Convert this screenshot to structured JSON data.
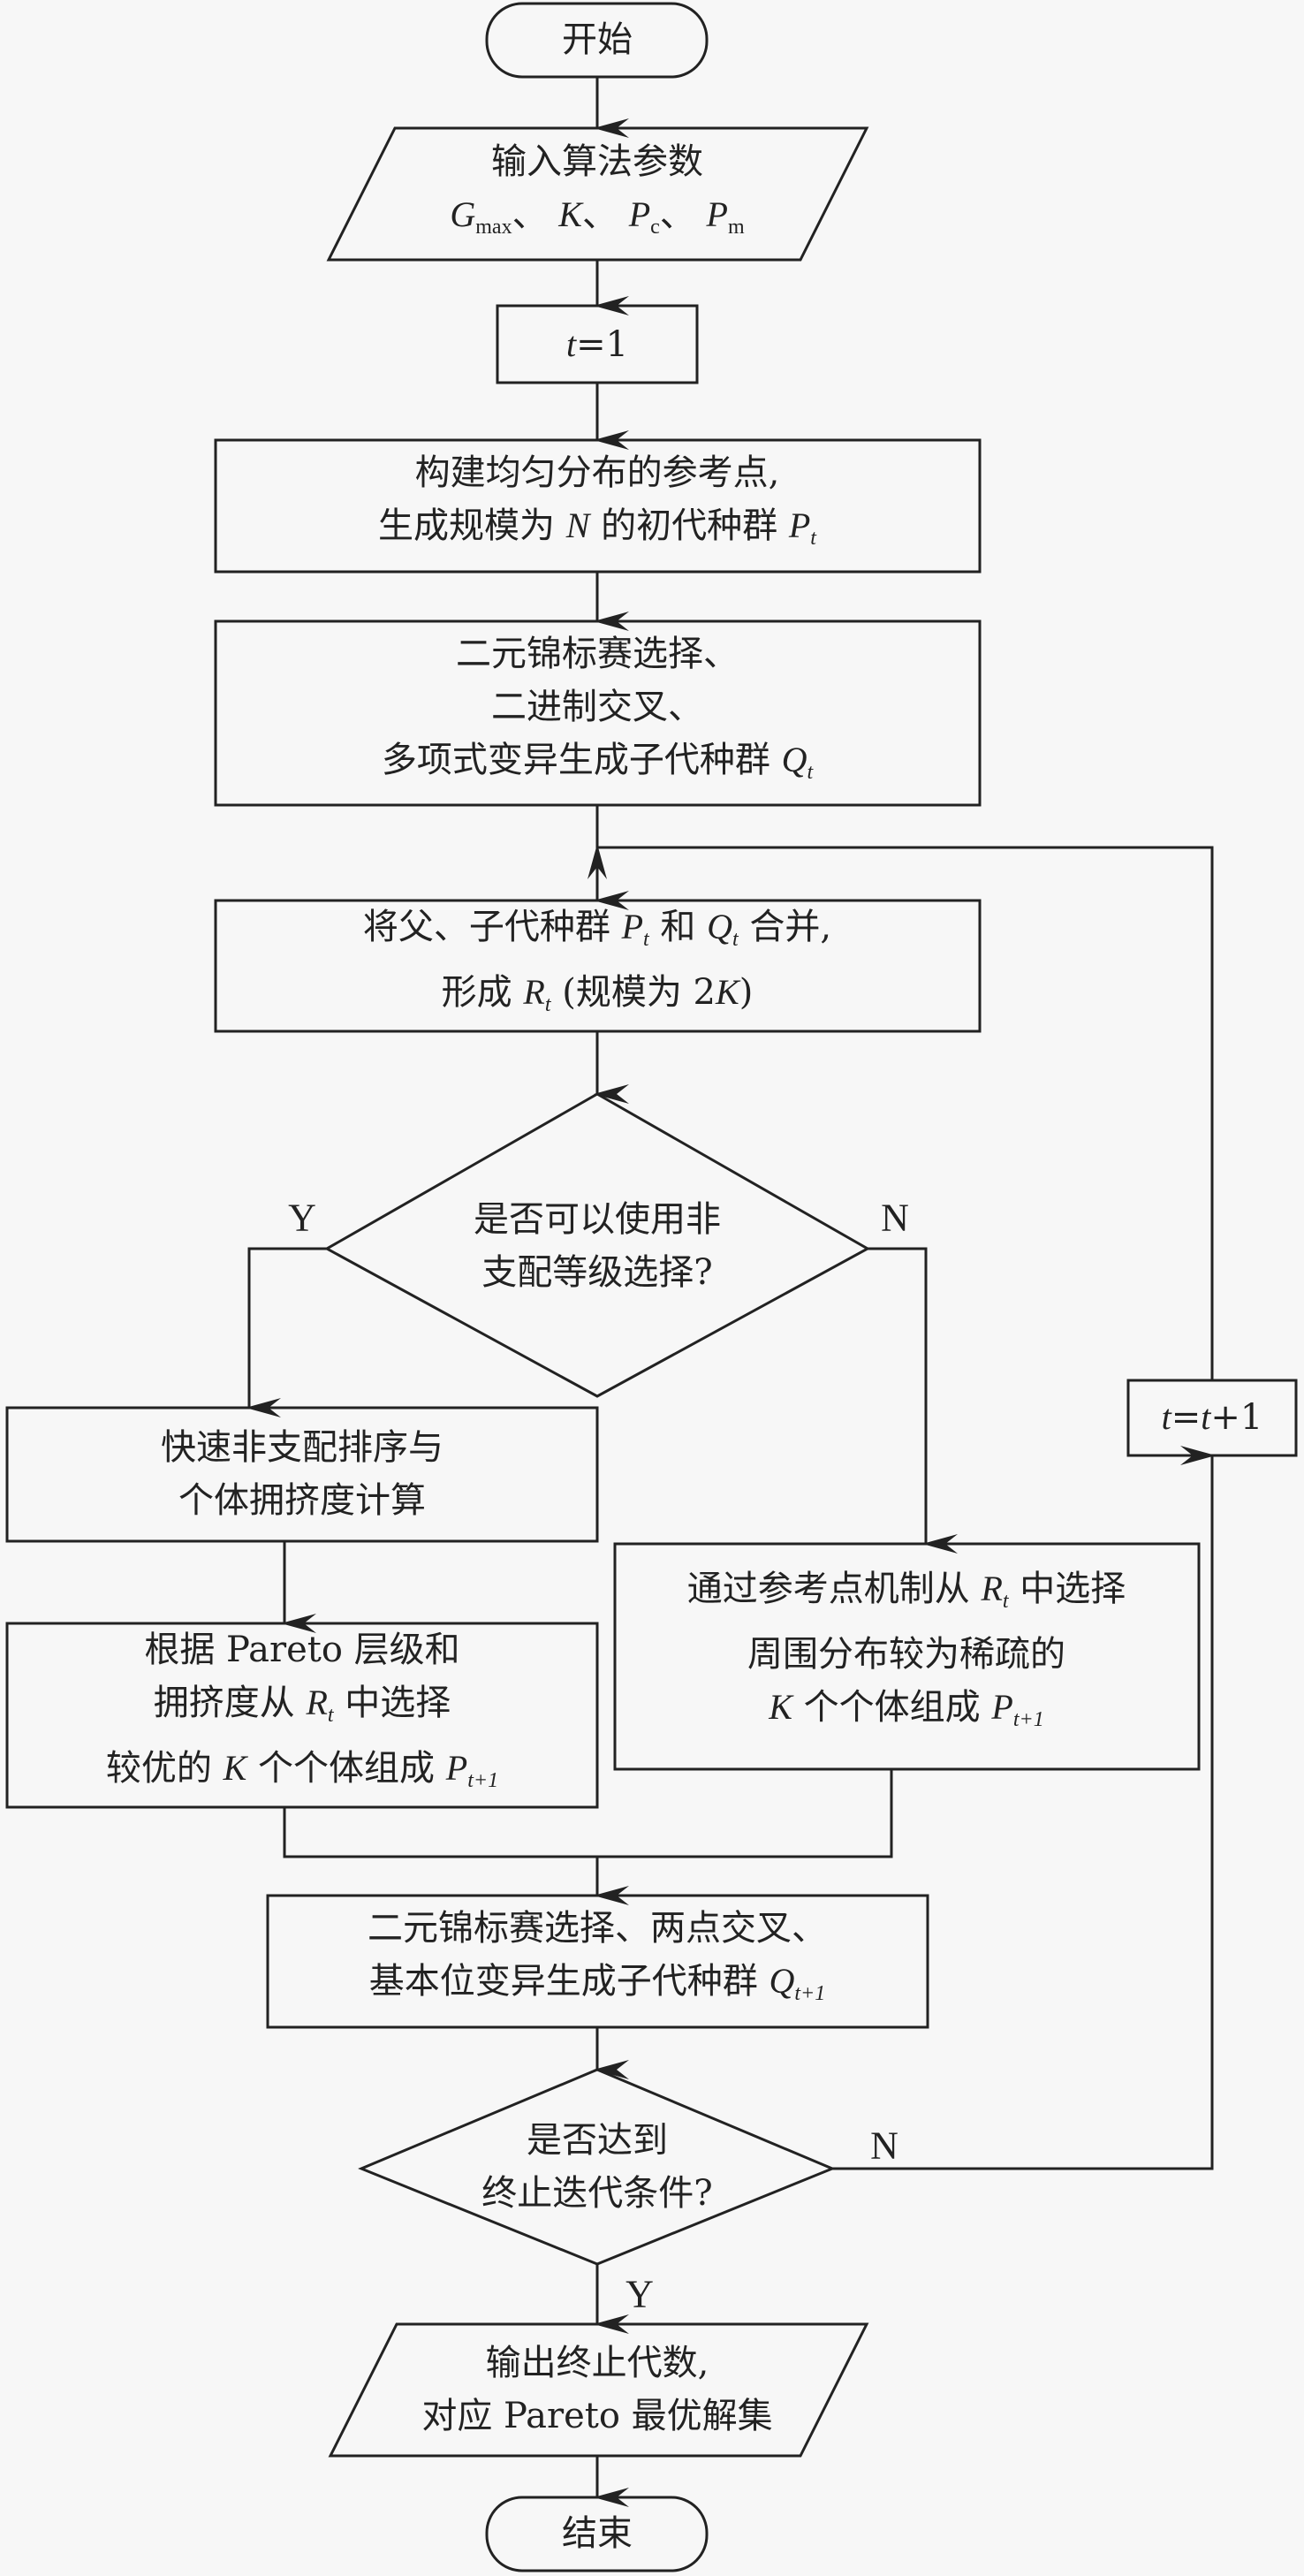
{
  "diagram": {
    "type": "flowchart",
    "nodes": {
      "start": {
        "kind": "terminal",
        "text": "开始"
      },
      "input": {
        "kind": "io",
        "line1": "输入算法参数",
        "params": [
          {
            "sym": "G",
            "sub": "max"
          },
          {
            "sym": "K",
            "sub": ""
          },
          {
            "sym": "P",
            "sub": "c"
          },
          {
            "sym": "P",
            "sub": "m"
          }
        ],
        "sep": "、"
      },
      "init_t": {
        "kind": "process",
        "var": "t",
        "op": "=1"
      },
      "build_ref": {
        "kind": "process",
        "line1": "构建均匀分布的参考点,",
        "line2_pre": "生成规模为",
        "line2_N": "N",
        "line2_mid": "的初代种群",
        "line2_P": "P",
        "line2_sub": "t"
      },
      "gen_offspring": {
        "kind": "process",
        "line1": "二元锦标赛选择、",
        "line2": "二进制交叉、",
        "line3_pre": "多项式变异生成子代种群",
        "line3_Q": "Q",
        "line3_sub": "t"
      },
      "merge": {
        "kind": "process",
        "line1_pre": "将父、子代种群",
        "P": "P",
        "P_sub": "t",
        "and": "和",
        "Q": "Q",
        "Q_sub": "t",
        "line1_post": "合并,",
        "line2_pre": "形成",
        "R": "R",
        "R_sub": "t",
        "line2_post": "(规模为 2",
        "K": "K",
        "close": ")"
      },
      "decision1": {
        "kind": "decision",
        "line1": "是否可以使用非",
        "line2": "支配等级选择?"
      },
      "fast_sort": {
        "kind": "process",
        "line1": "快速非支配排序与",
        "line2": "个体拥挤度计算"
      },
      "pareto_select": {
        "kind": "process",
        "line1": "根据 Pareto 层级和",
        "line2_pre": "拥挤度从",
        "R": "R",
        "R_sub": "t",
        "line2_post": "中选择",
        "line3_pre": "较优的",
        "K": "K",
        "line3_mid": "个个体组成",
        "P": "P",
        "P_sub": "t+1"
      },
      "ref_select": {
        "kind": "process",
        "line1_pre": "通过参考点机制从",
        "R": "R",
        "R_sub": "t",
        "line1_post": "中选择",
        "line2": "周围分布较为稀疏的",
        "K": "K",
        "line3_mid": "个个体组成",
        "P": "P",
        "P_sub": "t+1"
      },
      "gen_offspring2": {
        "kind": "process",
        "line1": "二元锦标赛选择、两点交叉、",
        "line2_pre": "基本位变异生成子代种群",
        "Q": "Q",
        "Q_sub": "t+1"
      },
      "decision2": {
        "kind": "decision",
        "line1": "是否达到",
        "line2": "终止迭代条件?"
      },
      "incr_t": {
        "kind": "process",
        "var": "t",
        "op1": "=",
        "var2": "t",
        "op2": "+1"
      },
      "output": {
        "kind": "io",
        "line1": "输出终止代数,",
        "line2": "对应 Pareto 最优解集"
      },
      "end": {
        "kind": "terminal",
        "text": "结束"
      }
    },
    "edge_labels": {
      "d1_yes": "Y",
      "d1_no": "N",
      "d2_no": "N",
      "d2_yes": "Y"
    },
    "edges": [
      [
        "start",
        "input"
      ],
      [
        "input",
        "init_t"
      ],
      [
        "init_t",
        "build_ref"
      ],
      [
        "build_ref",
        "gen_offspring"
      ],
      [
        "gen_offspring",
        "merge"
      ],
      [
        "merge",
        "decision1"
      ],
      [
        "decision1",
        "fast_sort",
        "Y"
      ],
      [
        "decision1",
        "ref_select",
        "N"
      ],
      [
        "fast_sort",
        "pareto_select"
      ],
      [
        "pareto_select",
        "gen_offspring2"
      ],
      [
        "ref_select",
        "gen_offspring2"
      ],
      [
        "gen_offspring2",
        "decision2"
      ],
      [
        "decision2",
        "output",
        "Y"
      ],
      [
        "decision2",
        "incr_t",
        "N"
      ],
      [
        "incr_t",
        "merge"
      ],
      [
        "output",
        "end"
      ]
    ]
  }
}
